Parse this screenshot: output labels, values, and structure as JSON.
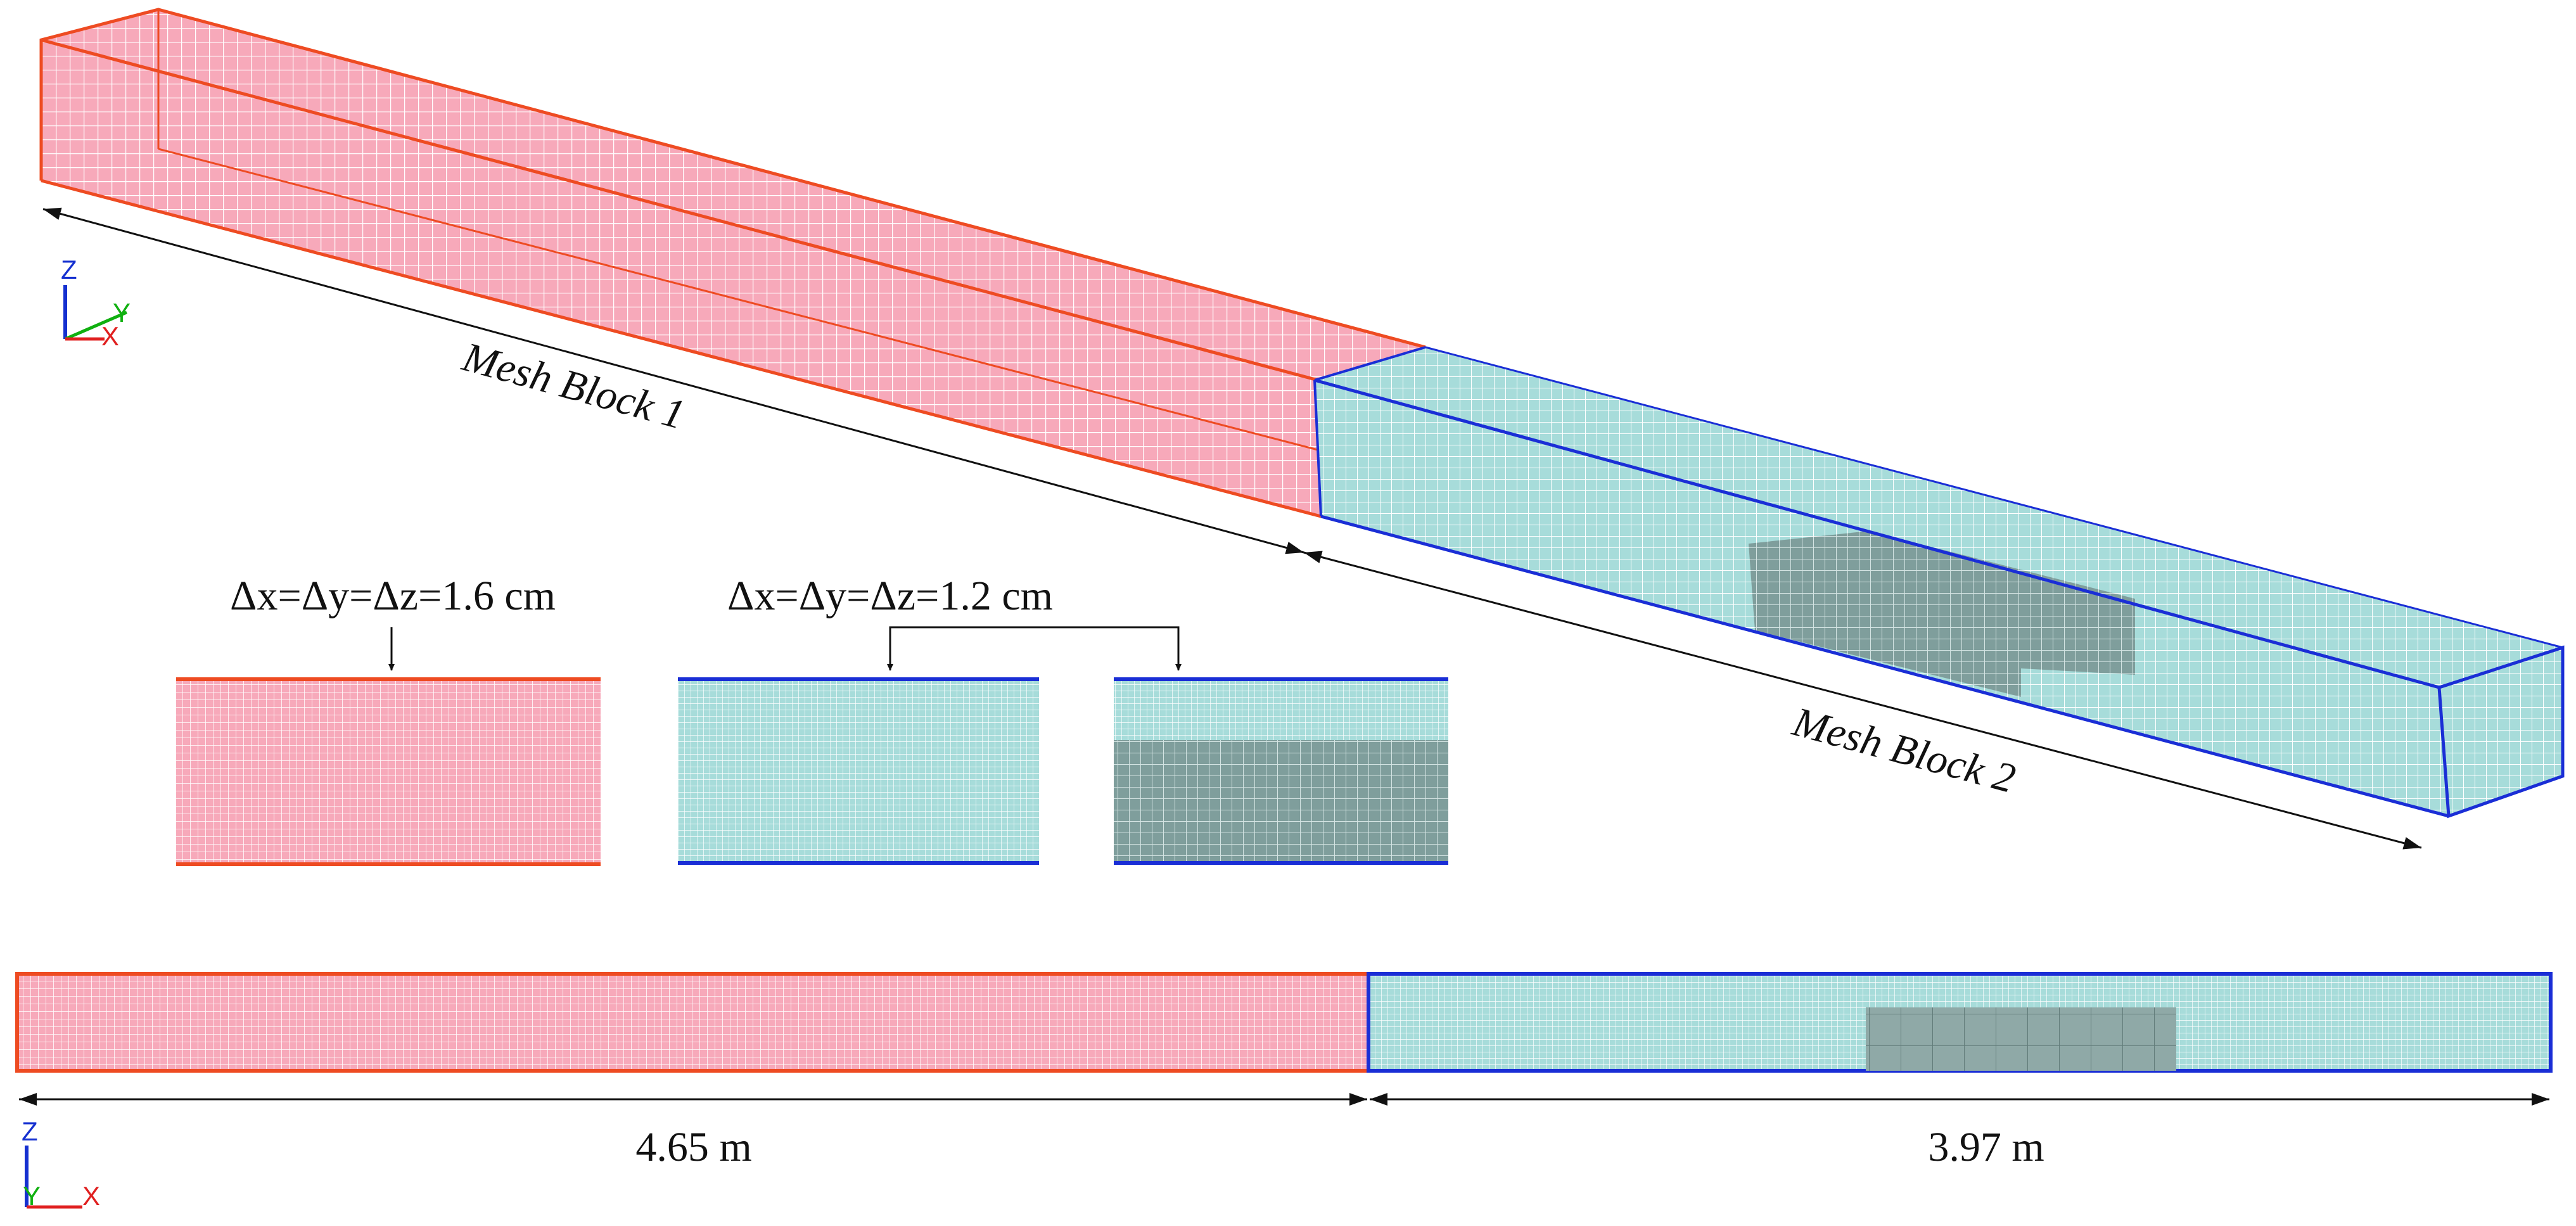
{
  "labels": {
    "block1": "Mesh Block 1",
    "block2": "Mesh Block 2",
    "spacing1": "Δx=Δy=Δz=1.6 cm",
    "spacing2": "Δx=Δy=Δz=1.2 cm",
    "length1": "4.65 m",
    "length2": "3.97 m"
  },
  "axes_top": {
    "z": "Z",
    "y": "Y",
    "x": "X"
  },
  "axes_bottom": {
    "z": "Z",
    "y": "Y",
    "x": "X"
  },
  "colors": {
    "block1_fill": "#f7a9ba",
    "block1_edge": "#ee4b22",
    "block2_fill": "#a7dcda",
    "block2_edge": "#1a2ed6",
    "refined_fill": "#7f9e9c",
    "axis_x": "#e02020",
    "axis_y": "#10b010",
    "axis_z": "#1530d0"
  }
}
